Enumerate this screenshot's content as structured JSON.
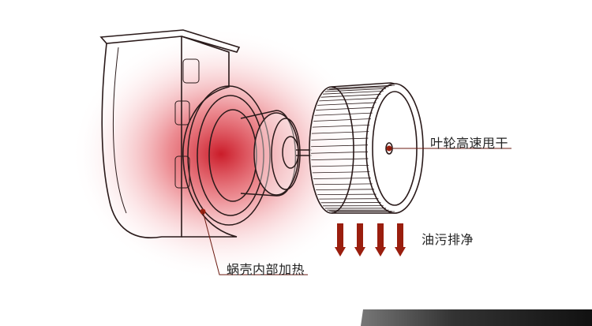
{
  "labels": {
    "impeller": "叶轮高速甩干",
    "oil_drain": "油污排净",
    "housing_heat": "蜗壳内部加热"
  },
  "colors": {
    "accent": "#9a1e0e",
    "glow": "#d8212f",
    "line": "#2a1a1a"
  }
}
